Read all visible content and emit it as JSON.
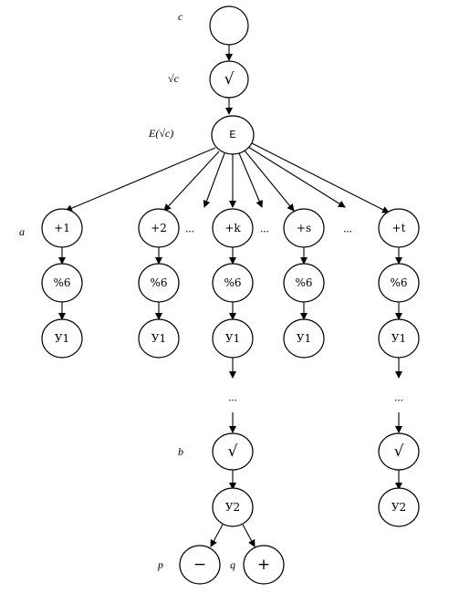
{
  "labels": {
    "c": "c",
    "sqrt_c": "√c",
    "e_sqrt_c": "E(√c)",
    "a": "a",
    "b": "b",
    "p": "p",
    "q": "q"
  },
  "nodes": {
    "root": "",
    "sqrt": "√",
    "e": "E",
    "plus1": "+1",
    "plus2": "+2",
    "plusk": "+k",
    "pluss": "+s",
    "plust": "+t",
    "mod6": "%6",
    "u1": "У1",
    "u2": "У2",
    "minus": "−",
    "plus": "+"
  },
  "ellipsis": "..."
}
